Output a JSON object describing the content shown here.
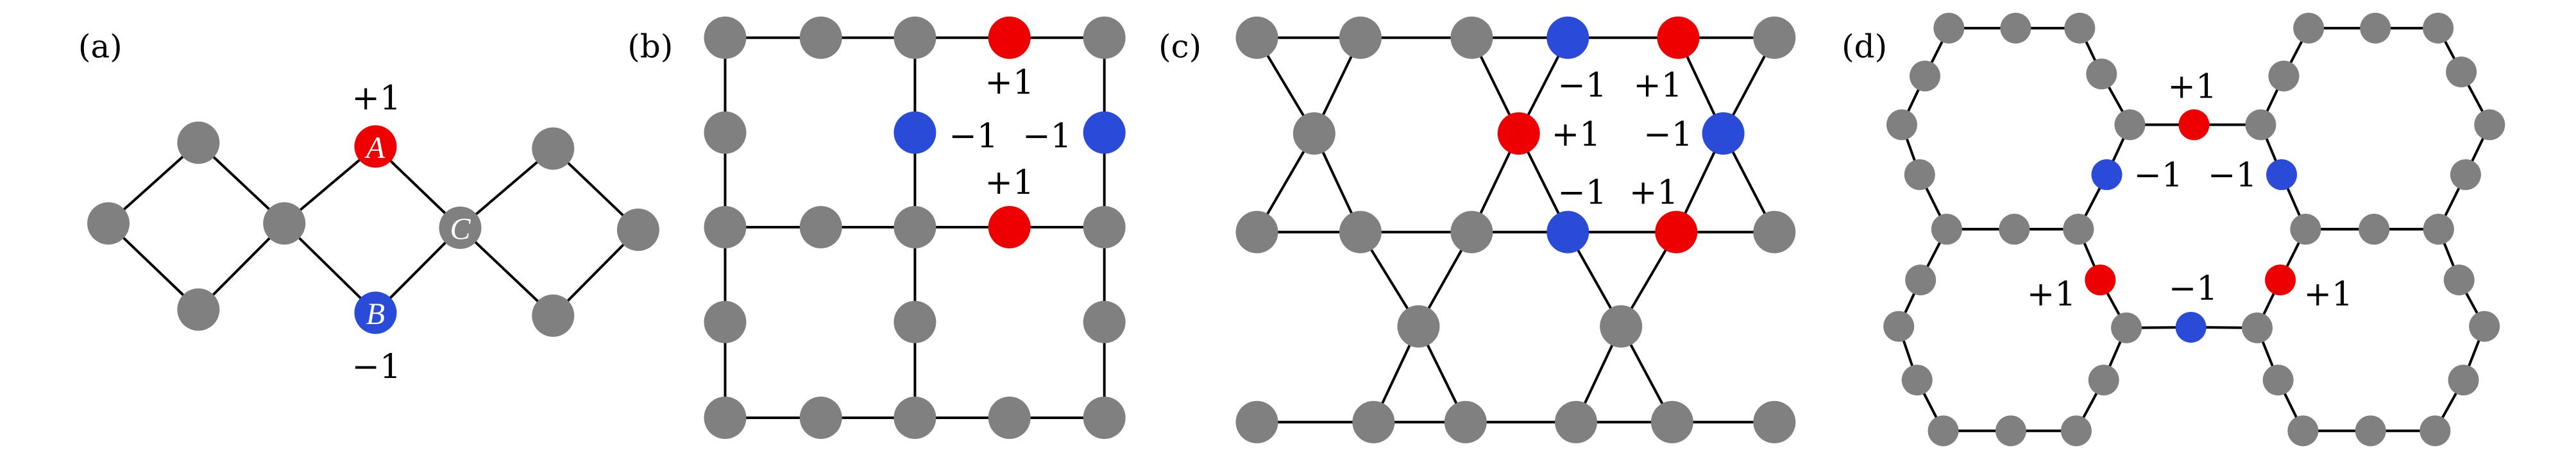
{
  "colors": {
    "neutral": "#808080",
    "positive": "#ee0000",
    "negative": "#2a4bd7",
    "edge": "#000000"
  },
  "panels": [
    {
      "label": "(a)",
      "node_letters": [
        "A",
        "B",
        "C"
      ],
      "charges": [
        "+1",
        "−1"
      ]
    },
    {
      "label": "(b)",
      "charges": [
        "+1",
        "−1",
        "−1",
        "+1"
      ]
    },
    {
      "label": "(c)",
      "charges": [
        "−1",
        "+1",
        "+1",
        "−1",
        "−1",
        "+1"
      ]
    },
    {
      "label": "(d)",
      "charges": [
        "+1",
        "−1",
        "−1",
        "+1",
        "−1",
        "+1"
      ]
    }
  ]
}
